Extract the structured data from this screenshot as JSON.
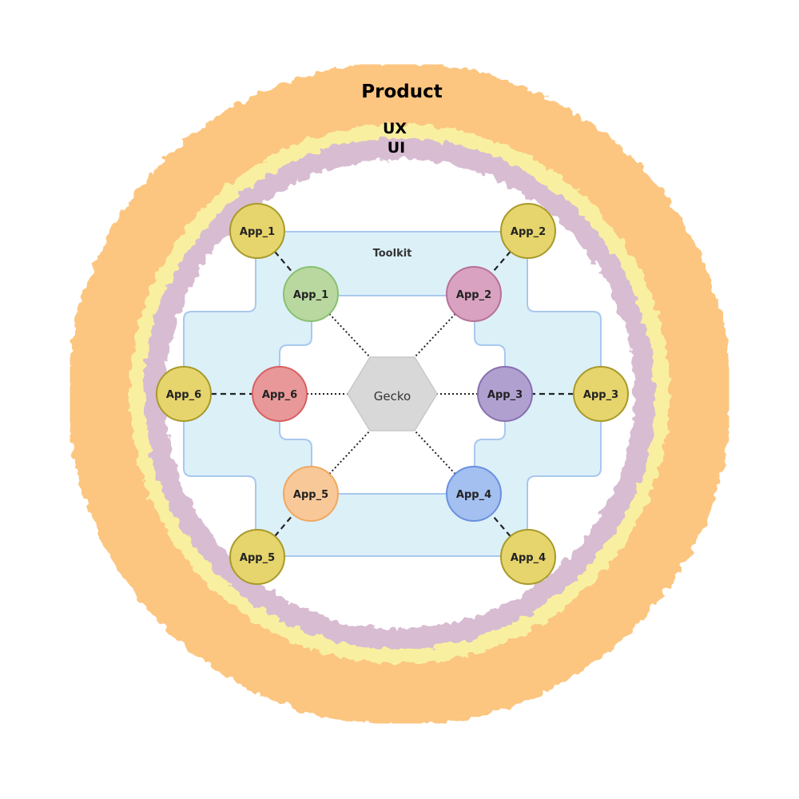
{
  "rings": {
    "product": {
      "label": "Product",
      "color": "#fcc680"
    },
    "ux": {
      "label": "UX",
      "color": "#f8f0a0"
    },
    "ui": {
      "label": "UI",
      "color": "#d8bcd2"
    }
  },
  "toolkit": {
    "label": "Toolkit",
    "fill": "#dcf0f8",
    "stroke": "#a8c8ee"
  },
  "core": {
    "label": "Gecko",
    "fill": "#d8d8d8",
    "stroke": "#c8c8c8"
  },
  "ux_apps": [
    {
      "id": "ux-app-1",
      "label": "App_1"
    },
    {
      "id": "ux-app-2",
      "label": "App_2"
    },
    {
      "id": "ux-app-3",
      "label": "App_3"
    },
    {
      "id": "ux-app-4",
      "label": "App_4"
    },
    {
      "id": "ux-app-5",
      "label": "App_5"
    },
    {
      "id": "ux-app-6",
      "label": "App_6"
    }
  ],
  "ux_app_style": {
    "fill": "#e6d46c",
    "stroke": "#a89a2a"
  },
  "inner_apps": [
    {
      "id": "inner-app-1",
      "label": "App_1",
      "fill": "#b8d8a0",
      "stroke": "#88c070"
    },
    {
      "id": "inner-app-2",
      "label": "App_2",
      "fill": "#d8a2c0",
      "stroke": "#b87098"
    },
    {
      "id": "inner-app-3",
      "label": "App_3",
      "fill": "#b0a0d0",
      "stroke": "#8870b0"
    },
    {
      "id": "inner-app-4",
      "label": "App_4",
      "fill": "#a4c0f0",
      "stroke": "#6890e0"
    },
    {
      "id": "inner-app-5",
      "label": "App_5",
      "fill": "#f8c898",
      "stroke": "#f0a860"
    },
    {
      "id": "inner-app-6",
      "label": "App_6",
      "fill": "#e89898",
      "stroke": "#d86060"
    }
  ]
}
